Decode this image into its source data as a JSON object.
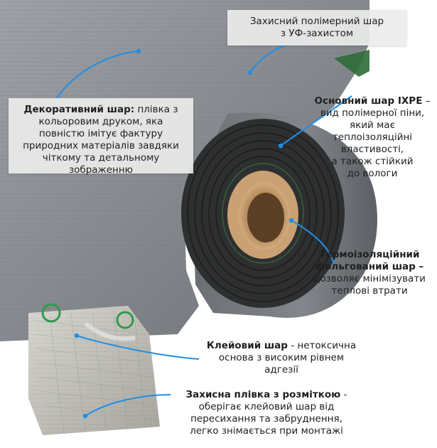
{
  "callouts": {
    "uv_layer": {
      "line1": "Захисний полімерний шар",
      "line2": "з УФ-захистом"
    },
    "decor_layer": {
      "title": "Декоративний шар:",
      "line1_rest": " плівка з",
      "line2": "кольоровим друком, яка",
      "line3": "повністю імітує фактуру",
      "line4": "природних матеріалів завдяки",
      "line5": "чіткому та детальному",
      "line6": "зображенню"
    },
    "ixpe_layer": {
      "title": "Основний шар IXPE",
      "title_dash": " –",
      "line2": "вид полімерної піни,",
      "line3": "який має",
      "line4": "теплоізоляційні",
      "line5": "властивості,",
      "line6": "а також стійкий",
      "line7": "до вологи"
    },
    "foil_layer": {
      "title1": "Термоізоляційний",
      "title2": "фольгований шар",
      "title2_dash": " –",
      "line3": "дозволяє мінімізувати",
      "line4": "теплові втрати"
    },
    "adhesive_layer": {
      "title": "Клейовий шар",
      "line1_rest": " - нетоксична",
      "line2": "основа з високим рівнем",
      "line3": "адгезії"
    },
    "protective_film": {
      "title": "Захисна плівка з розміткою",
      "title_dash": " -",
      "line2": "оберігає клейовий шар від",
      "line3": "пересихання та забруднення,",
      "line4": "легко знімається при монтажі"
    }
  },
  "colors": {
    "accent_line": "#1e8fe6",
    "roll_grey": "#7e8287",
    "core_brown": "#c49a6c",
    "foam_dark": "#2a2b2c",
    "text": "#1f1f1f"
  }
}
